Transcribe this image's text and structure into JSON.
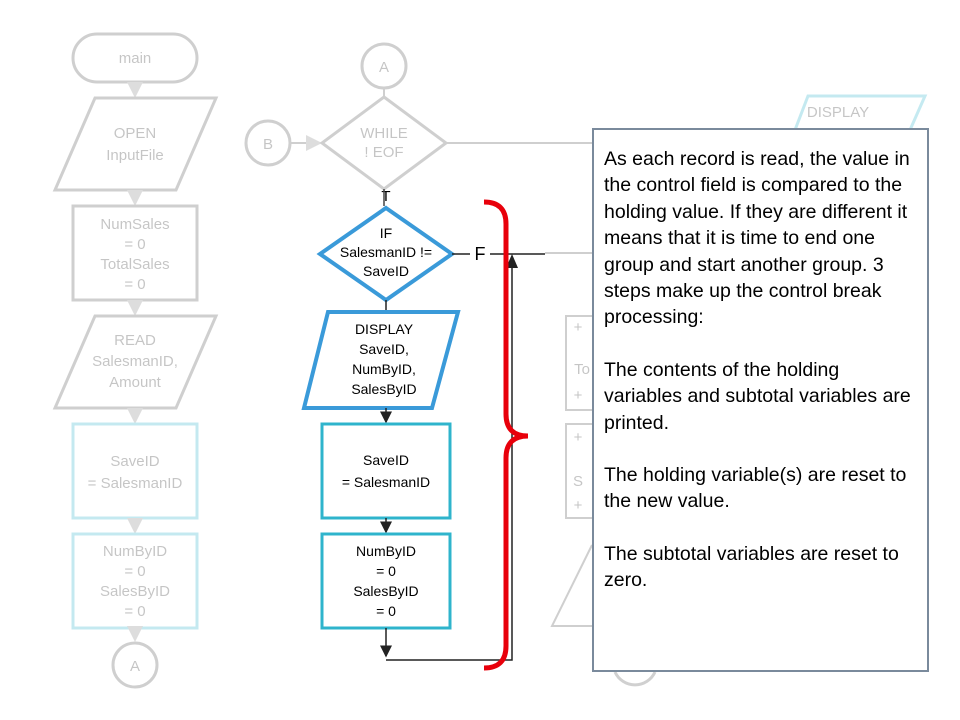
{
  "flowchart_left": {
    "start_terminal": "main",
    "open_file": [
      "OPEN",
      "InputFile"
    ],
    "init_totals": [
      "NumSales",
      "= 0",
      "TotalSales",
      "= 0"
    ],
    "read_record": [
      "READ",
      "SalesmanID,",
      "Amount"
    ],
    "save_id": [
      "SaveID",
      "= SalesmanID"
    ],
    "reset_subtotals": [
      "NumByID",
      "= 0",
      "SalesByID",
      "= 0"
    ],
    "connector_a": "A"
  },
  "flowchart_loop": {
    "connector_a_top": "A",
    "connector_b": "B",
    "while_condition": [
      "WHILE",
      "! EOF"
    ],
    "true_label": "T",
    "false_label": "F",
    "if_condition": [
      "IF",
      "SalesmanID !=",
      "SaveID"
    ],
    "display_subtotals": [
      "DISPLAY",
      "SaveID,",
      "NumByID,",
      "SalesByID"
    ],
    "save_id": [
      "SaveID",
      "= SalesmanID"
    ],
    "reset_subtotals": [
      "NumByID",
      "= 0",
      "SalesByID",
      "= 0"
    ]
  },
  "flowchart_right_partial": {
    "display_label": "DISPLAY",
    "fragments": [
      "+",
      "To",
      "+",
      "+",
      "S",
      "+"
    ]
  },
  "callout": {
    "intro": "As each record is read, the value in the control field is compared to the holding value. If they are different it means that it is time to end one group and start another group. 3 steps make up the control break processing:",
    "steps": [
      "The contents of the holding variables and subtotal variables are printed.",
      "The holding variable(s) are reset to the new value.",
      "The subtotal variables are reset to zero."
    ]
  },
  "colors": {
    "faded_gray": "#9a9a9a",
    "faded_teal": "#7fd6e4",
    "highlight_blue": "#3a9ad9",
    "teal": "#2fb4cc",
    "brace_red": "#e8000b",
    "callout_border": "#7a8a9c"
  }
}
